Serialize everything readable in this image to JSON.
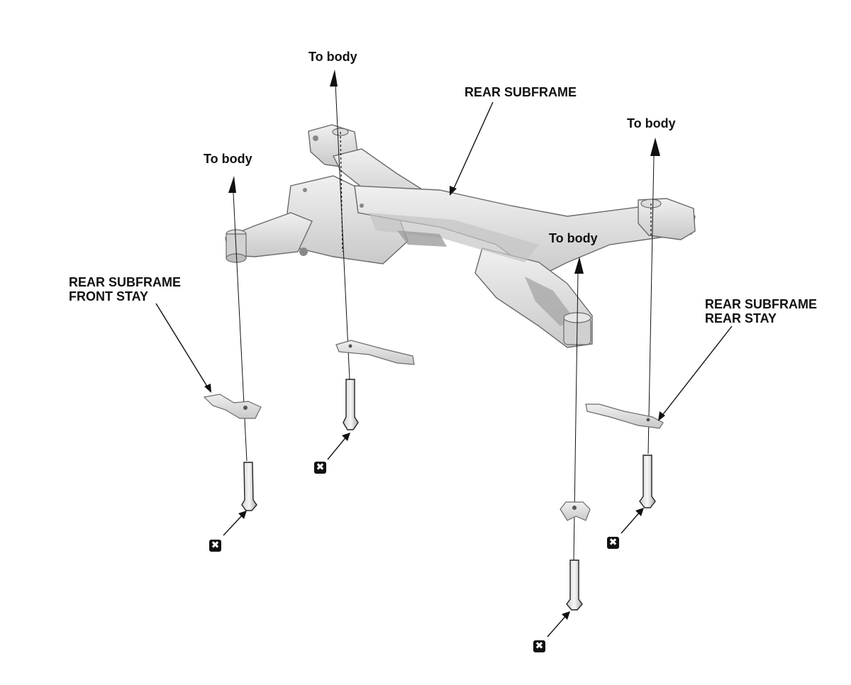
{
  "labels": {
    "to_body": "To body",
    "rear_subframe": "REAR SUBFRAME",
    "front_stay": [
      "REAR SUBFRAME",
      "FRONT STAY"
    ],
    "rear_stay": [
      "REAR SUBFRAME",
      "REAR STAY"
    ]
  },
  "replace_symbol": "✖",
  "colors": {
    "part_fill": "#e2e2e2",
    "part_shade": "#b9b9b9",
    "part_outline": "#6a6a6a",
    "line": "#111111",
    "symbol": "#111111"
  },
  "icons": [
    "arrow-up-icon",
    "bolt-icon",
    "replace-part-icon"
  ]
}
